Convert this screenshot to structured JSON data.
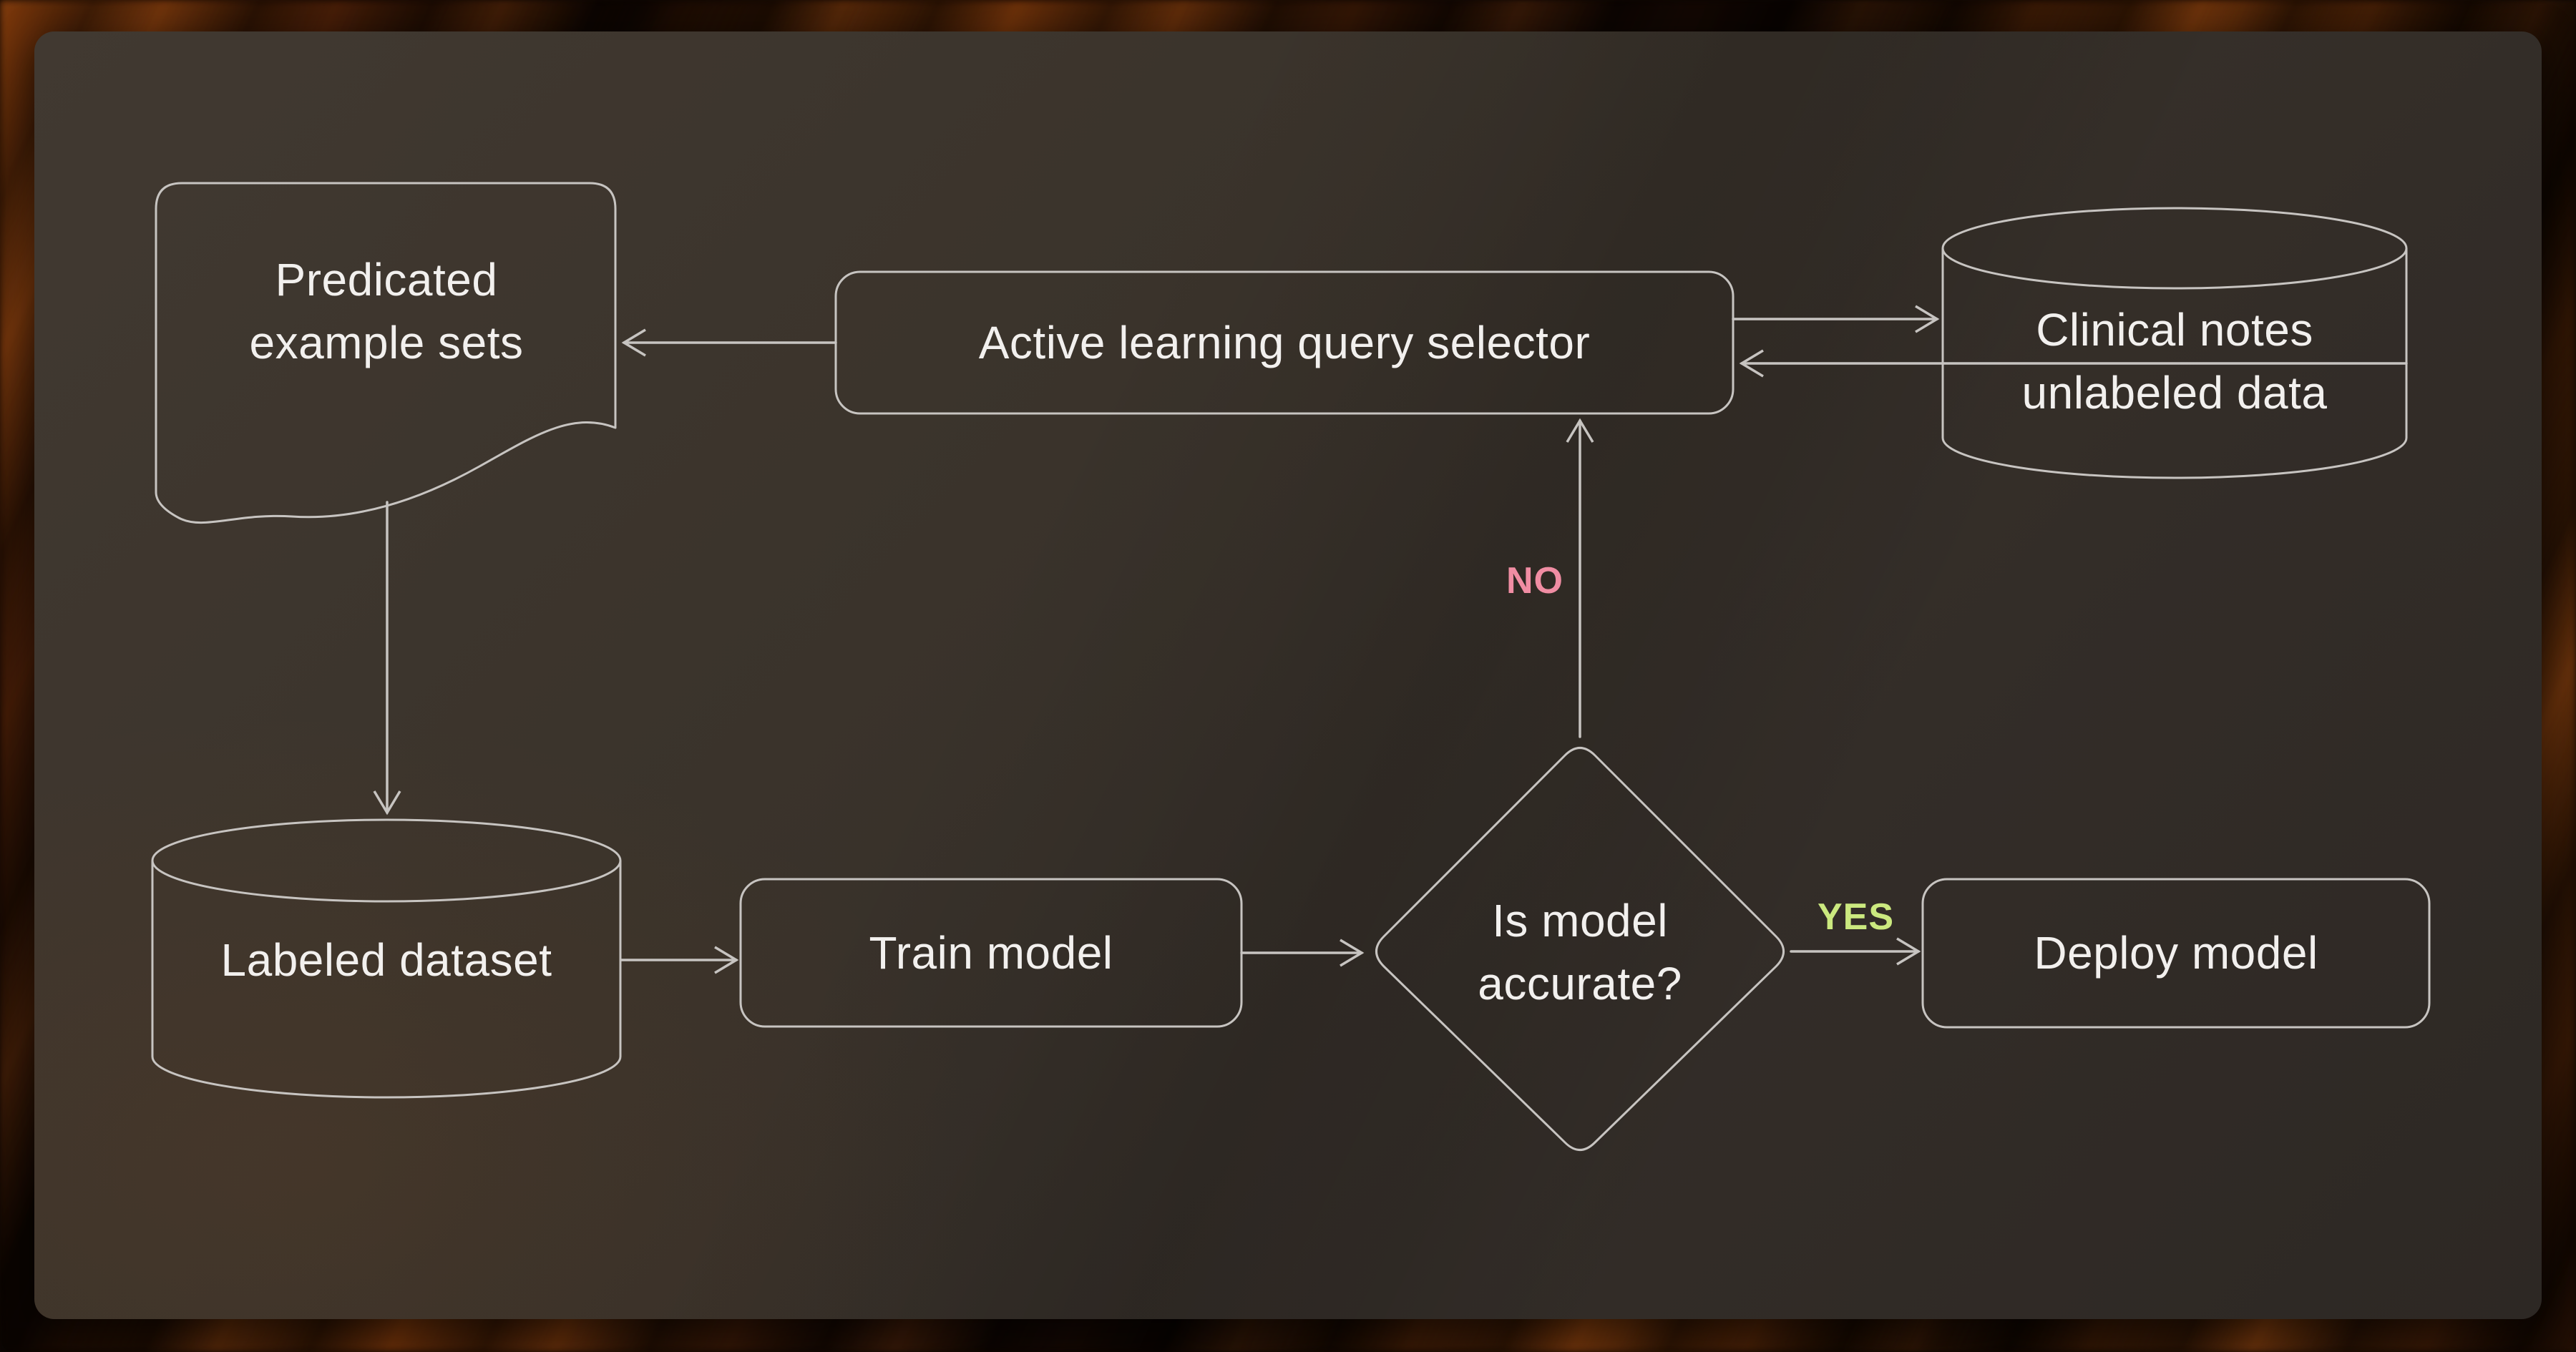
{
  "diagram": {
    "type": "flowchart",
    "topic": "Active learning pipeline for clinical notes",
    "nodes": {
      "predicated": {
        "label": "Predicated example sets",
        "shape": "document"
      },
      "selector": {
        "label": "Active learning query selector",
        "shape": "process"
      },
      "clinical": {
        "label": "Clinical notes unlabeled data",
        "shape": "database"
      },
      "labeled": {
        "label": "Labeled dataset",
        "shape": "database"
      },
      "train": {
        "label": "Train model",
        "shape": "process"
      },
      "accurate": {
        "label": "Is model accurate?",
        "shape": "decision"
      },
      "deploy": {
        "label": "Deploy model",
        "shape": "process"
      }
    },
    "edges": {
      "yes_label": "YES",
      "no_label": "NO",
      "list": [
        {
          "from": "selector",
          "to": "predicated",
          "label": ""
        },
        {
          "from": "selector",
          "to": "clinical",
          "label": ""
        },
        {
          "from": "clinical",
          "to": "selector",
          "label": ""
        },
        {
          "from": "predicated",
          "to": "labeled",
          "label": ""
        },
        {
          "from": "labeled",
          "to": "train",
          "label": ""
        },
        {
          "from": "train",
          "to": "accurate",
          "label": ""
        },
        {
          "from": "accurate",
          "to": "selector",
          "label": "NO"
        },
        {
          "from": "accurate",
          "to": "deploy",
          "label": "YES"
        }
      ]
    },
    "colors": {
      "stroke": "#c7c4c1",
      "text": "#f2f0ee",
      "yes": "#cbe97f",
      "no": "#f08da3",
      "panel": "#38322d",
      "background": "#1a0c04"
    }
  }
}
